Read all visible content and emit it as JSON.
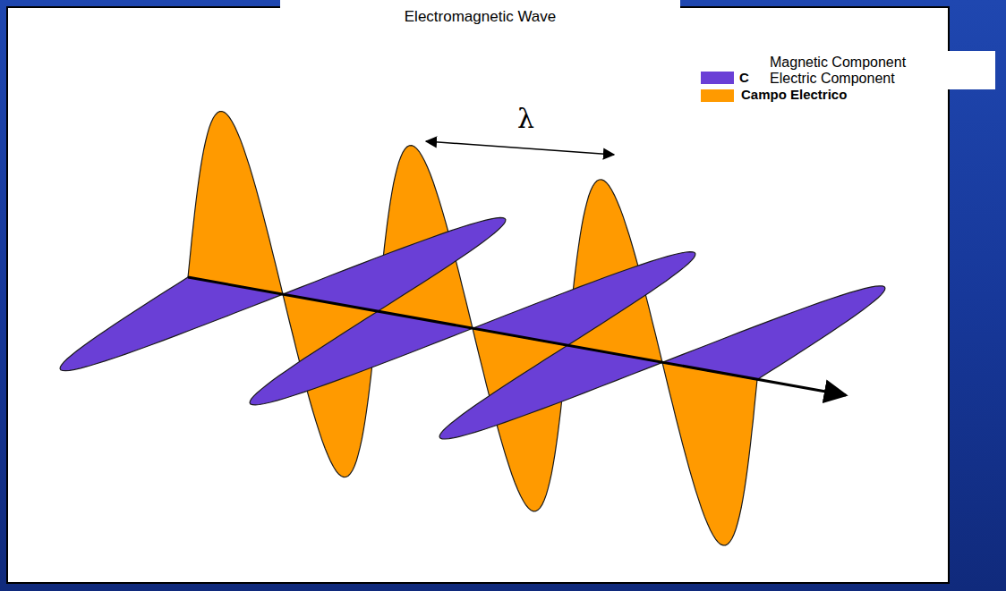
{
  "diagram": {
    "title": "Electromagnetic Wave",
    "labels": [
      "Magnetic Component",
      "Electric Component",
      "λ"
    ],
    "legend": [
      {
        "text": "C",
        "color": "#6a3fd6"
      },
      {
        "text": "Campo Electrico",
        "color": "#ff9a00"
      }
    ]
  }
}
